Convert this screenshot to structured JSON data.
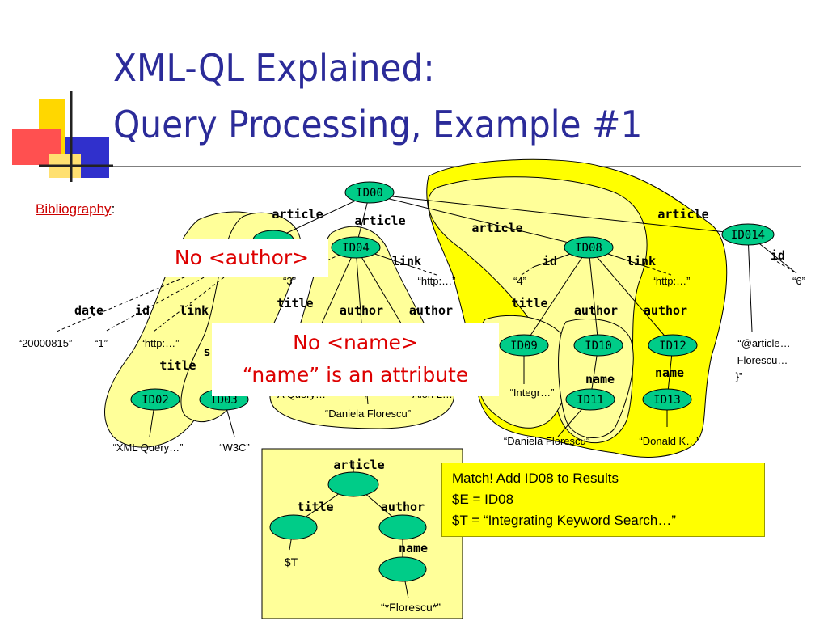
{
  "slide": {
    "title_line1": "XML-QL Explained:",
    "title_line2": "Query Processing, Example #1",
    "bibliography_label": "Bibliography",
    "bibliography_colon": ":"
  },
  "tree": {
    "root": "ID00",
    "nodes": {
      "id02": "ID02",
      "id03": "ID03",
      "id04": "ID04",
      "id08": "ID08",
      "id09": "ID09",
      "id10": "ID10",
      "id11": "ID11",
      "id12": "ID12",
      "id13": "ID13",
      "id014": "ID014"
    },
    "edge_labels": {
      "article_left": "article",
      "article_mid": "article",
      "article_right_center": "article",
      "article_far_right": "article",
      "link_mid": "link",
      "id_right": "id",
      "link_right": "link",
      "id_far_right": "id",
      "date": "date",
      "id_left": "id",
      "link_left": "link",
      "title_mid": "title",
      "author_mid1": "author",
      "author_mid2": "author",
      "title_right": "title",
      "author_right1": "author",
      "author_right2": "author",
      "name_right1": "name",
      "name_right2": "name",
      "title_left": "title",
      "s_left": "s"
    },
    "values": {
      "v3": "“3”",
      "http_mid": "“http:…”",
      "v4": "“4”",
      "http_right": "“http:…”",
      "v6": "“6”",
      "date_val": "“20000815”",
      "id_val": "“1”",
      "http_left": "“http:…”",
      "article_val_line1": "“@article…",
      "article_val_line2": "Florescu…",
      "article_val_line3": "}”",
      "aquery": "A Query…",
      "alon": "Alon L…",
      "daniela_mid": "“Daniela Florescu”",
      "integr": "“Integr…”",
      "daniela_right": "“Daniela Florescu”",
      "donald": "“Donald K…”",
      "xmlquery": "“XML Query…”",
      "w3c": "“W3C”",
      "bang": "!"
    }
  },
  "callouts": {
    "no_author": "No <author>",
    "no_name_line1": "No <name>",
    "no_name_line2": "“name” is an attribute"
  },
  "pattern": {
    "article": "article",
    "title": "title",
    "author": "author",
    "name": "name",
    "var_t": "$T",
    "florescu": "“*Florescu*”"
  },
  "result": {
    "line1": "Match! Add ID08 to Results",
    "line2": "$E = ID08",
    "line3": "$T = “Integrating Keyword Search…”"
  },
  "colors": {
    "title": "#2b2b99",
    "node_fill": "#00cc88",
    "highlight_yellow": "#ffff00",
    "blob_yellow": "#ffff99",
    "callout_text": "#dd0000"
  }
}
